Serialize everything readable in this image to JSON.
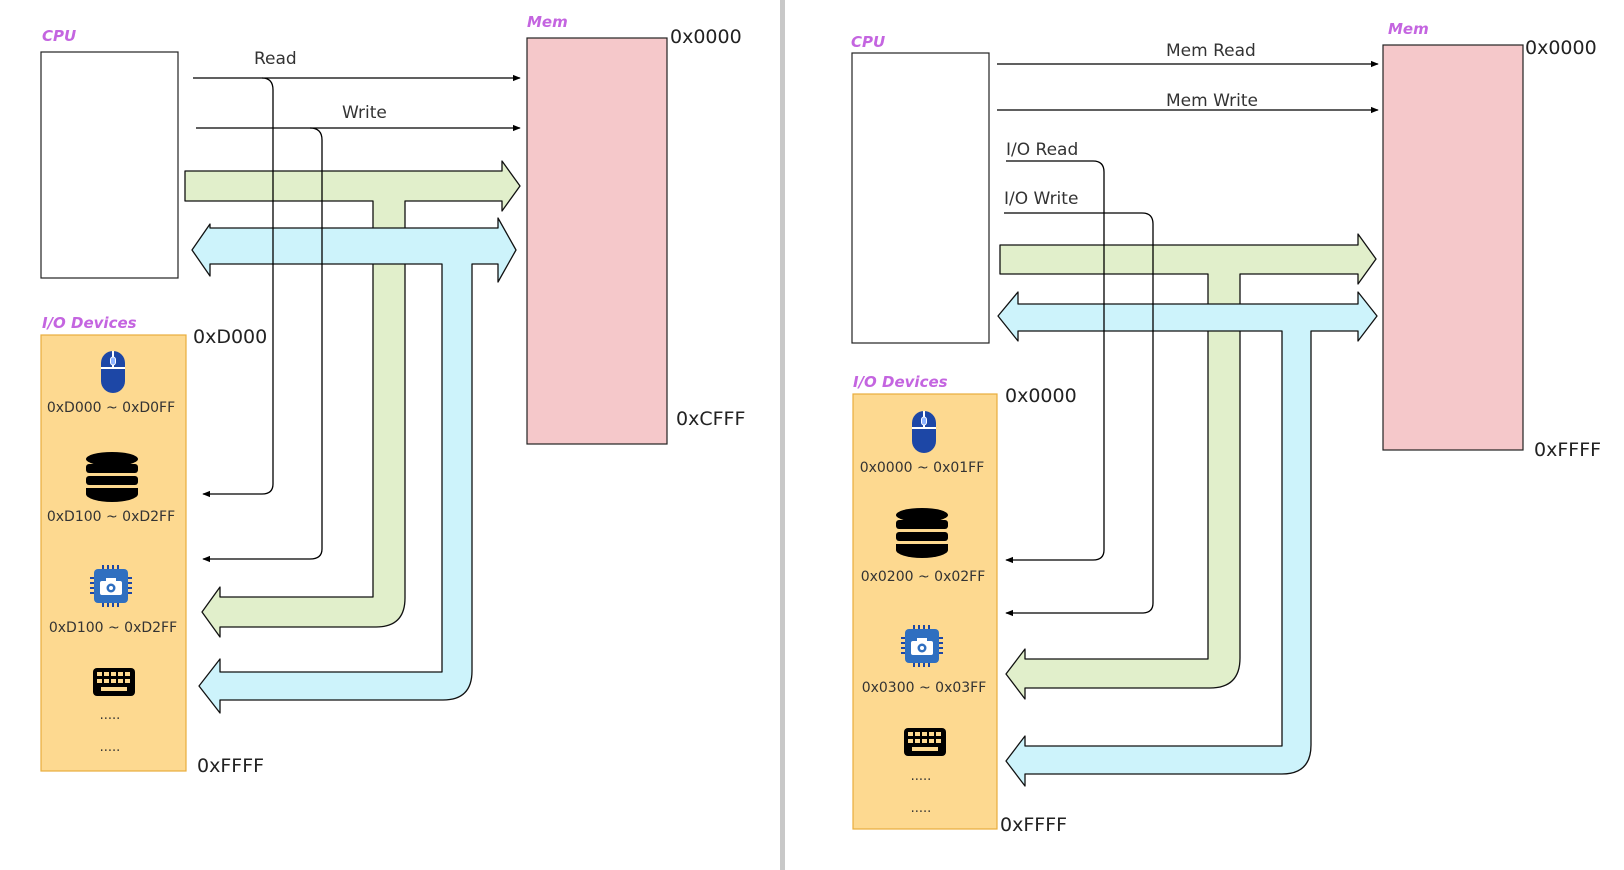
{
  "divider_color": "#c8c8c8",
  "colors": {
    "title": "#c465e0",
    "mem_fill": "#f5c8ca",
    "io_fill": "#fdd990",
    "io_stroke": "#e8ad3c",
    "data_bus": "#e1efcb",
    "addr_bus": "#cdf3fb",
    "icon_blue": "#1d47a6"
  },
  "left_panel": {
    "cpu_title": "CPU",
    "mem_title": "Mem",
    "mem_start": "0x0000",
    "mem_end": "0xCFFF",
    "read_label": "Read",
    "write_label": "Write",
    "io_title": "I/O Devices",
    "io_start": "0xD000",
    "io_end": "0xFFFF",
    "devices": [
      {
        "icon": "mouse-icon",
        "range": "0xD000 ~ 0xD0FF"
      },
      {
        "icon": "database-icon",
        "range": "0xD100 ~ 0xD2FF"
      },
      {
        "icon": "camera-chip-icon",
        "range": "0xD100 ~ 0xD2FF"
      },
      {
        "icon": "keyboard-icon",
        "range": ""
      }
    ],
    "ellipsis_1": ".....",
    "ellipsis_2": "....."
  },
  "right_panel": {
    "cpu_title": "CPU",
    "mem_title": "Mem",
    "mem_start": "0x0000",
    "mem_end": "0xFFFF",
    "mem_read_label": "Mem Read",
    "mem_write_label": "Mem Write",
    "io_read_label": "I/O Read",
    "io_write_label": "I/O Write",
    "io_title": "I/O Devices",
    "io_start": "0x0000",
    "io_end": "0xFFFF",
    "devices": [
      {
        "icon": "mouse-icon",
        "range": "0x0000 ~ 0x01FF"
      },
      {
        "icon": "database-icon",
        "range": "0x0200 ~ 0x02FF"
      },
      {
        "icon": "camera-chip-icon",
        "range": "0x0300 ~ 0x03FF"
      },
      {
        "icon": "keyboard-icon",
        "range": ""
      }
    ],
    "ellipsis_1": ".....",
    "ellipsis_2": "....."
  }
}
